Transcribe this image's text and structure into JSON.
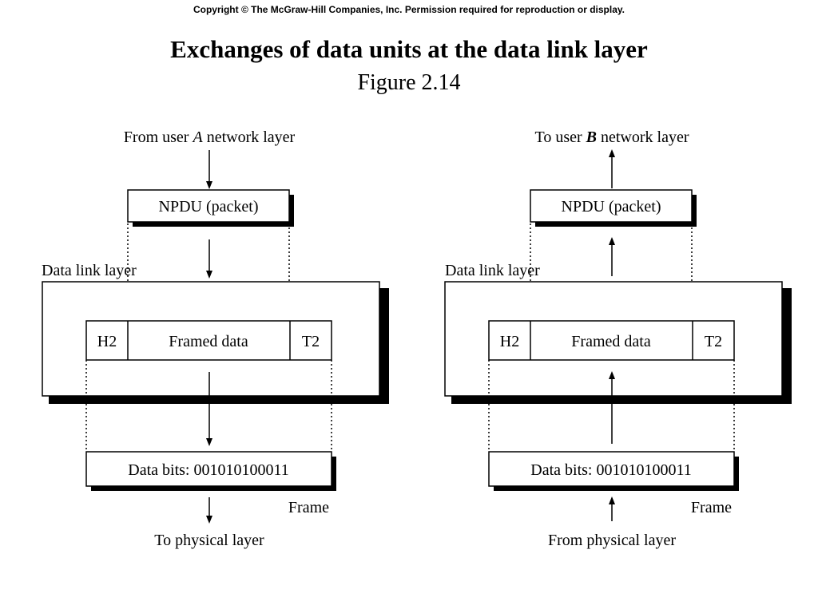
{
  "header": {
    "copyright": "Copyright © The McGraw-Hill Companies, Inc. Permission required for reproduction or display.",
    "title": "Exchanges of data units at the data link layer",
    "subtitle": "Figure 2.14"
  },
  "sender": {
    "top_label_prefix": "From user ",
    "top_label_user": "A",
    "top_label_suffix": " network layer",
    "npdu": "NPDU (packet)",
    "layer_label": "Data link layer",
    "header": "H2",
    "framed": "Framed data",
    "trailer": "T2",
    "bits": "Data bits: 001010100011",
    "frame_label": "Frame",
    "bottom_label": "To physical layer"
  },
  "receiver": {
    "top_label_prefix": "To user ",
    "top_label_user": "B",
    "top_label_suffix": " network layer",
    "npdu": "NPDU (packet)",
    "layer_label": "Data link layer",
    "header": "H2",
    "framed": "Framed data",
    "trailer": "T2",
    "bits": "Data bits: 001010100011",
    "frame_label": "Frame",
    "bottom_label": "From physical layer"
  },
  "colors": {
    "ink": "#000000",
    "shadow": "#000000",
    "background": "#ffffff"
  },
  "icons": {
    "arrow_down": "arrow-down-icon",
    "arrow_up": "arrow-up-icon"
  }
}
